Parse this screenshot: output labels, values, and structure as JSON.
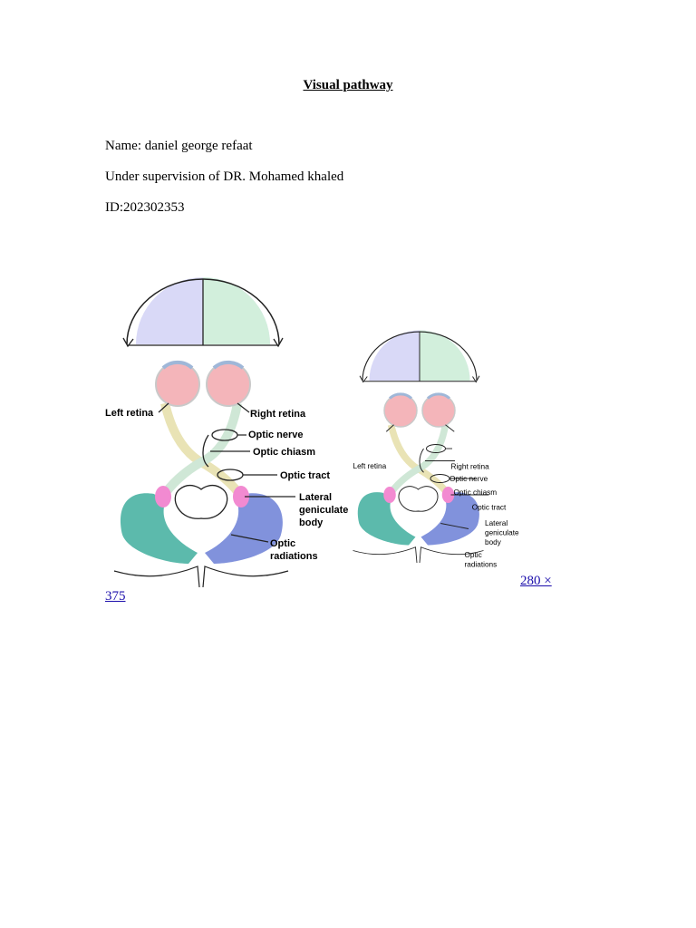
{
  "document": {
    "title": "Visual pathway",
    "name_line": "Name: daniel george refaat",
    "supervision_line": "Under supervision of DR. Mohamed khaled",
    "id_line": "ID:202302353"
  },
  "figure": {
    "labels": {
      "left_retina": "Left retina",
      "right_retina": "Right retina",
      "optic_nerve": "Optic nerve",
      "optic_chiasm": "Optic chiasm",
      "optic_tract": "Optic tract",
      "lgb_1": "Lateral",
      "lgb_2": "geniculate",
      "lgb_3": "body",
      "rad_1": "Optic",
      "rad_2": "radiations"
    },
    "colors": {
      "left_field": "#d9d9f7",
      "right_field": "#d2efdc",
      "eye": "#f4b5ba",
      "left_radiation": "#3fae9e",
      "right_radiation": "#6b7fd6",
      "lgb": "#f28ad1"
    }
  },
  "image_size_link": {
    "part1": "280 ×",
    "part2": "375"
  }
}
